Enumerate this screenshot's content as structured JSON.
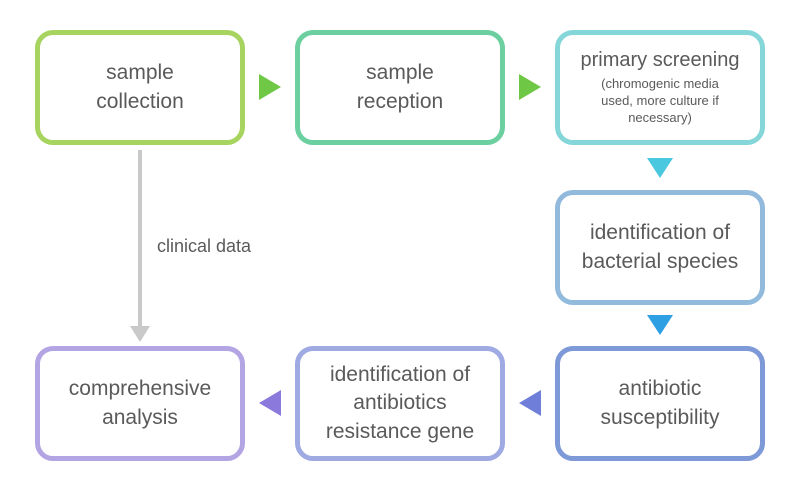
{
  "figure": {
    "type": "flowchart",
    "background": "#ffffff",
    "text_color": "#5a5a5a"
  },
  "nodes": [
    {
      "id": "sample-collection",
      "label": "sample\ncollection",
      "border_color": "#a6d45f"
    },
    {
      "id": "sample-reception",
      "label": "sample\nreception",
      "border_color": "#6bcfa0"
    },
    {
      "id": "primary-screening",
      "title": "primary screening",
      "subtitle": "(chromogenic media\nused, more culture if\nnecessary)",
      "border_color": "#85d6d8"
    },
    {
      "id": "identification-of-bacterial-species",
      "label": "identification of\nbacterial species",
      "border_color": "#92badd"
    },
    {
      "id": "antibiotic-susceptibility",
      "label": "antibiotic\nsusceptibility",
      "border_color": "#7d99d8"
    },
    {
      "id": "identification-of-antibiotics-resistance-gene",
      "label": "identification of\nantibiotics\nresistance gene",
      "border_color": "#9fa9e2"
    },
    {
      "id": "comprehensive-analysis",
      "label": "comprehensive\nanalysis",
      "border_color": "#b3a5e3"
    }
  ],
  "arrows": [
    {
      "id": "collection-to-reception",
      "direction": "right",
      "color": "#6ec846"
    },
    {
      "id": "reception-to-screening",
      "direction": "right",
      "color": "#6ec846"
    },
    {
      "id": "screening-to-species-identification",
      "direction": "down",
      "color": "#49c8e0"
    },
    {
      "id": "species-identification-to-susceptibility",
      "direction": "down",
      "color": "#2d9fe2"
    },
    {
      "id": "susceptibility-to-resistance-gene",
      "direction": "left",
      "color": "#6f7fd9"
    },
    {
      "id": "resistance-gene-to-analysis",
      "direction": "left",
      "color": "#8b79dc"
    },
    {
      "id": "collection-to-analysis",
      "direction": "down",
      "color": "#c9c9c9",
      "label": "clinical data"
    }
  ]
}
